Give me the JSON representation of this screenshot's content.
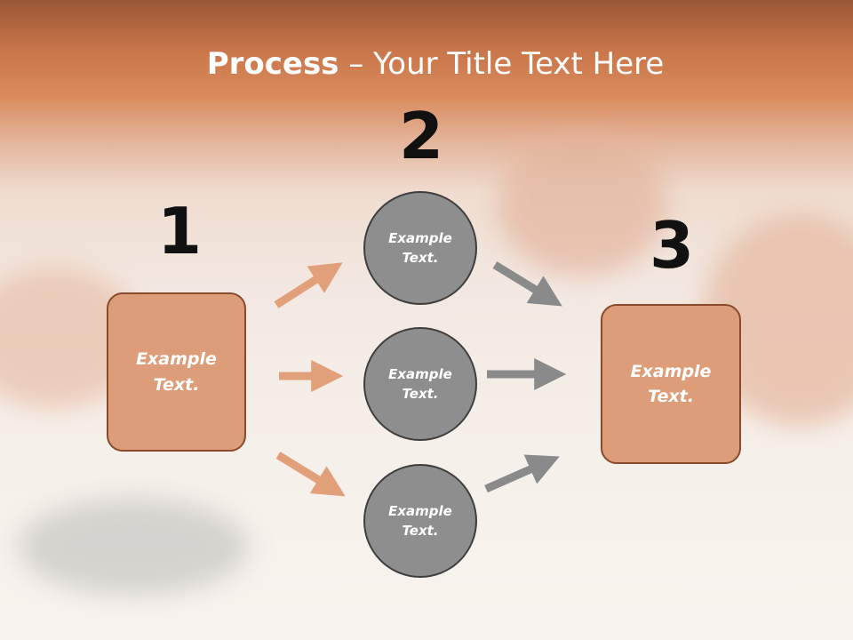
{
  "slide": {
    "title_bold": "Process",
    "title_rest": " – Your Title Text Here",
    "step_numbers": [
      "1",
      "2",
      "3"
    ],
    "left_box": {
      "line1": "Example",
      "line2": "Text."
    },
    "circles": [
      {
        "line1": "Example",
        "line2": "Text."
      },
      {
        "line1": "Example",
        "line2": "Text."
      },
      {
        "line1": "Example",
        "line2": "Text."
      }
    ],
    "right_box": {
      "line1": "Example",
      "line2": "Text."
    }
  },
  "colors": {
    "accent_orange": "#dd9d78",
    "circle_gray": "#8e8e8e",
    "arrow_orange": "#e2a07a",
    "arrow_gray": "#8a8a8a"
  }
}
